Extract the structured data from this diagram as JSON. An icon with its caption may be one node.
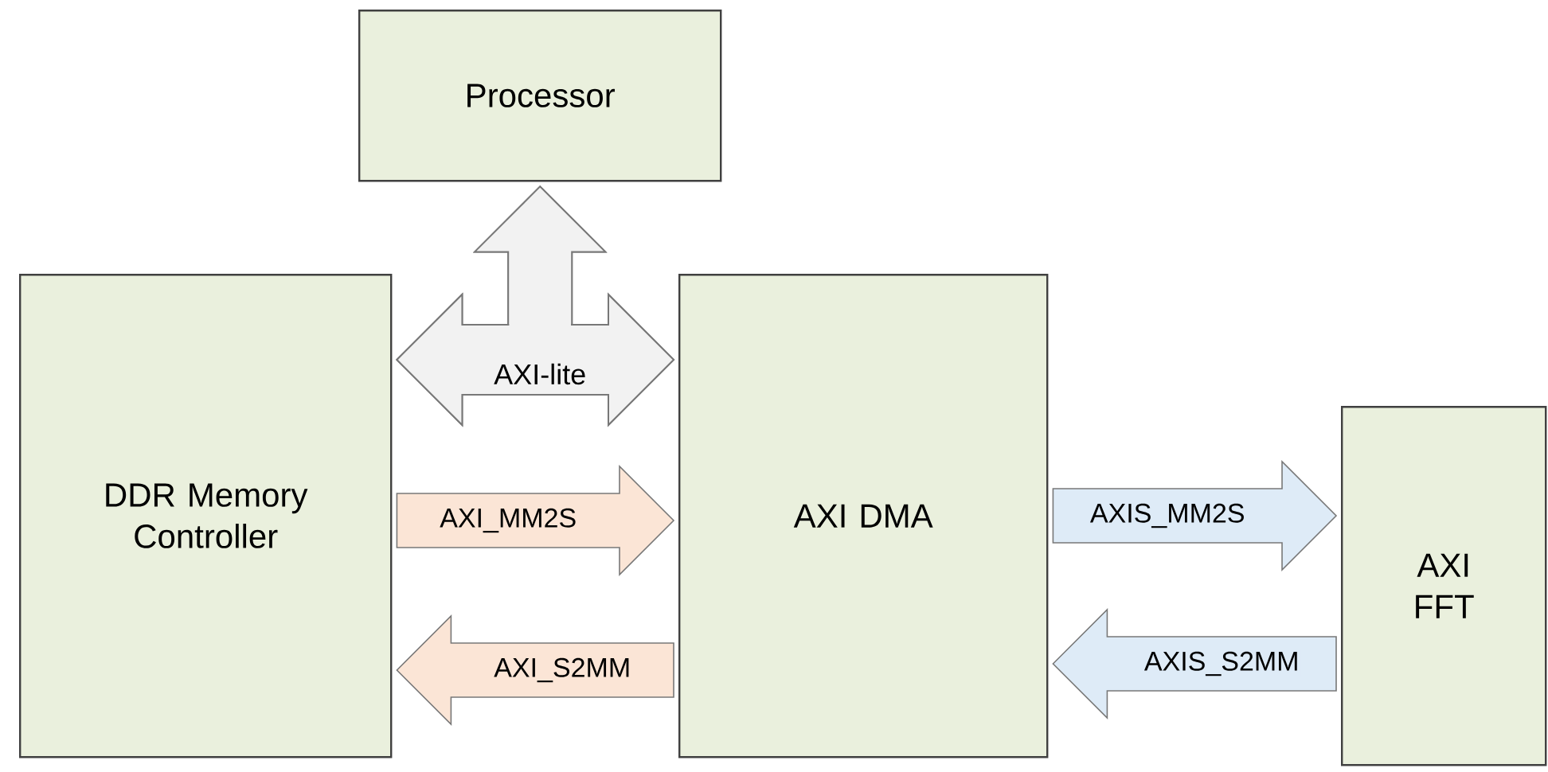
{
  "diagram": {
    "nodes": [
      {
        "text": [
          "Processor"
        ]
      },
      {
        "text": [
          "DDR Memory Controller"
        ]
      },
      {
        "text": [
          "AXI DMA"
        ]
      },
      {
        "text": [
          "AXI FFT"
        ]
      }
    ],
    "edges": [
      {
        "from": 0,
        "to": 1,
        "arrow": "both",
        "color": "#f2f2f2"
      },
      {
        "from": 0,
        "to": 2,
        "arrow": "both",
        "color": "#f2f2f2"
      },
      {
        "from": 1,
        "to": 2,
        "arrow": "both",
        "label": "AXI-lite",
        "color": "#f2f2f2"
      },
      {
        "from": 1,
        "to": 2,
        "arrow": "to",
        "label": "AXI_MM2S",
        "color": "#fbe5d6"
      },
      {
        "from": 2,
        "to": 1,
        "arrow": "to",
        "label": "AXI_S2MM",
        "color": "#fbe5d6"
      },
      {
        "from": 2,
        "to": 3,
        "arrow": "to",
        "label": "AXIS_MM2S",
        "color": "#deebf7"
      },
      {
        "from": 3,
        "to": 2,
        "arrow": "to",
        "label": "AXIS_S2MM",
        "color": "#deebf7"
      }
    ]
  }
}
